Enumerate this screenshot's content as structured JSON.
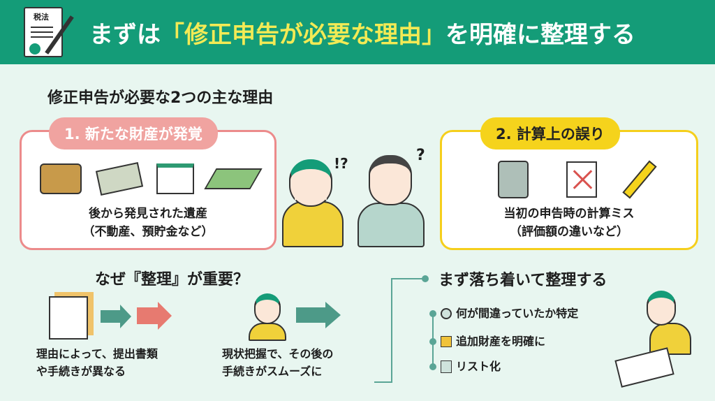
{
  "header": {
    "doc_label": "税法",
    "title_prefix": "まずは",
    "title_highlight": "「修正申告が必要な理由」",
    "title_suffix": "を明確に整理する"
  },
  "subtitle": "修正申告が必要な2つの主な理由",
  "reason1": {
    "label": "1. 新たな財産が発覚",
    "line1": "後から発見された遺産",
    "line2": "（不動産、預貯金など）"
  },
  "reason2": {
    "label": "2. 計算上の誤り",
    "line1": "当初の申告時の計算ミス",
    "line2": "（評価額の違いなど）"
  },
  "marks": {
    "left": "!?",
    "right": "?"
  },
  "why": {
    "title": "なぜ『整理』が重要？",
    "left1": "理由によって、提出書類",
    "left2": "や手続きが異なる",
    "right1": "現状把握で、その後の",
    "right2": "手続きがスムーズに"
  },
  "calm": {
    "title": "まず落ち着いて整理する",
    "items": [
      "何が間違っていたか特定",
      "追加財産を明確に",
      "リスト化"
    ]
  },
  "colors": {
    "header": "#149c78",
    "pink": "#ec8b8b",
    "yellow": "#f5d31c",
    "teal": "#5aa596"
  }
}
